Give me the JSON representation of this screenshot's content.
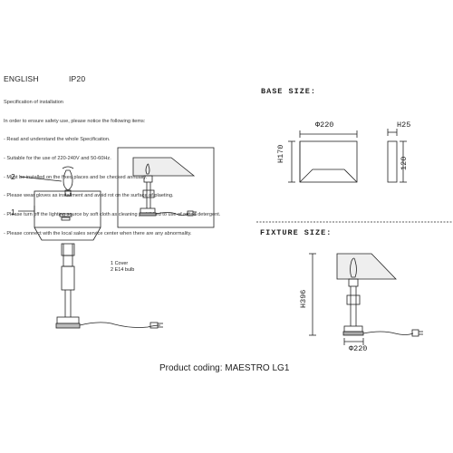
{
  "header": {
    "language": "ENGLISH",
    "ip_rating": "IP20"
  },
  "spec": {
    "title": "Specification of installation",
    "lines": [
      "In order to ensure safety use, please notice the following items:",
      "- Read and understand the whole Specification.",
      "- Suitable for the use of 220-240V and 50-60Hz.",
      "- Must be installed on the fixed places and be checked annually.",
      "- Please wear gloves as installment and avoid rot on the surface of plaeting.",
      "- Please turn off the lighting source by soft cloth as cleaning prohibited to use of rotted detergent.",
      "- Please connect with the local sales service center when there are any abnormality."
    ]
  },
  "exploded": {
    "callout_1": "1",
    "callout_2": "2",
    "legend": [
      "1 Cover",
      "2 E14 bulb"
    ]
  },
  "base_size": {
    "title": "BASE SIZE:",
    "diameter": "Φ220",
    "height": "H170",
    "depth_top": "H25",
    "depth_side": "120"
  },
  "fixture_size": {
    "title": "FIXTURE SIZE:",
    "height": "H396",
    "diameter": "Φ220"
  },
  "footer": {
    "product_coding": "Product coding: MAESTRO LG1"
  }
}
